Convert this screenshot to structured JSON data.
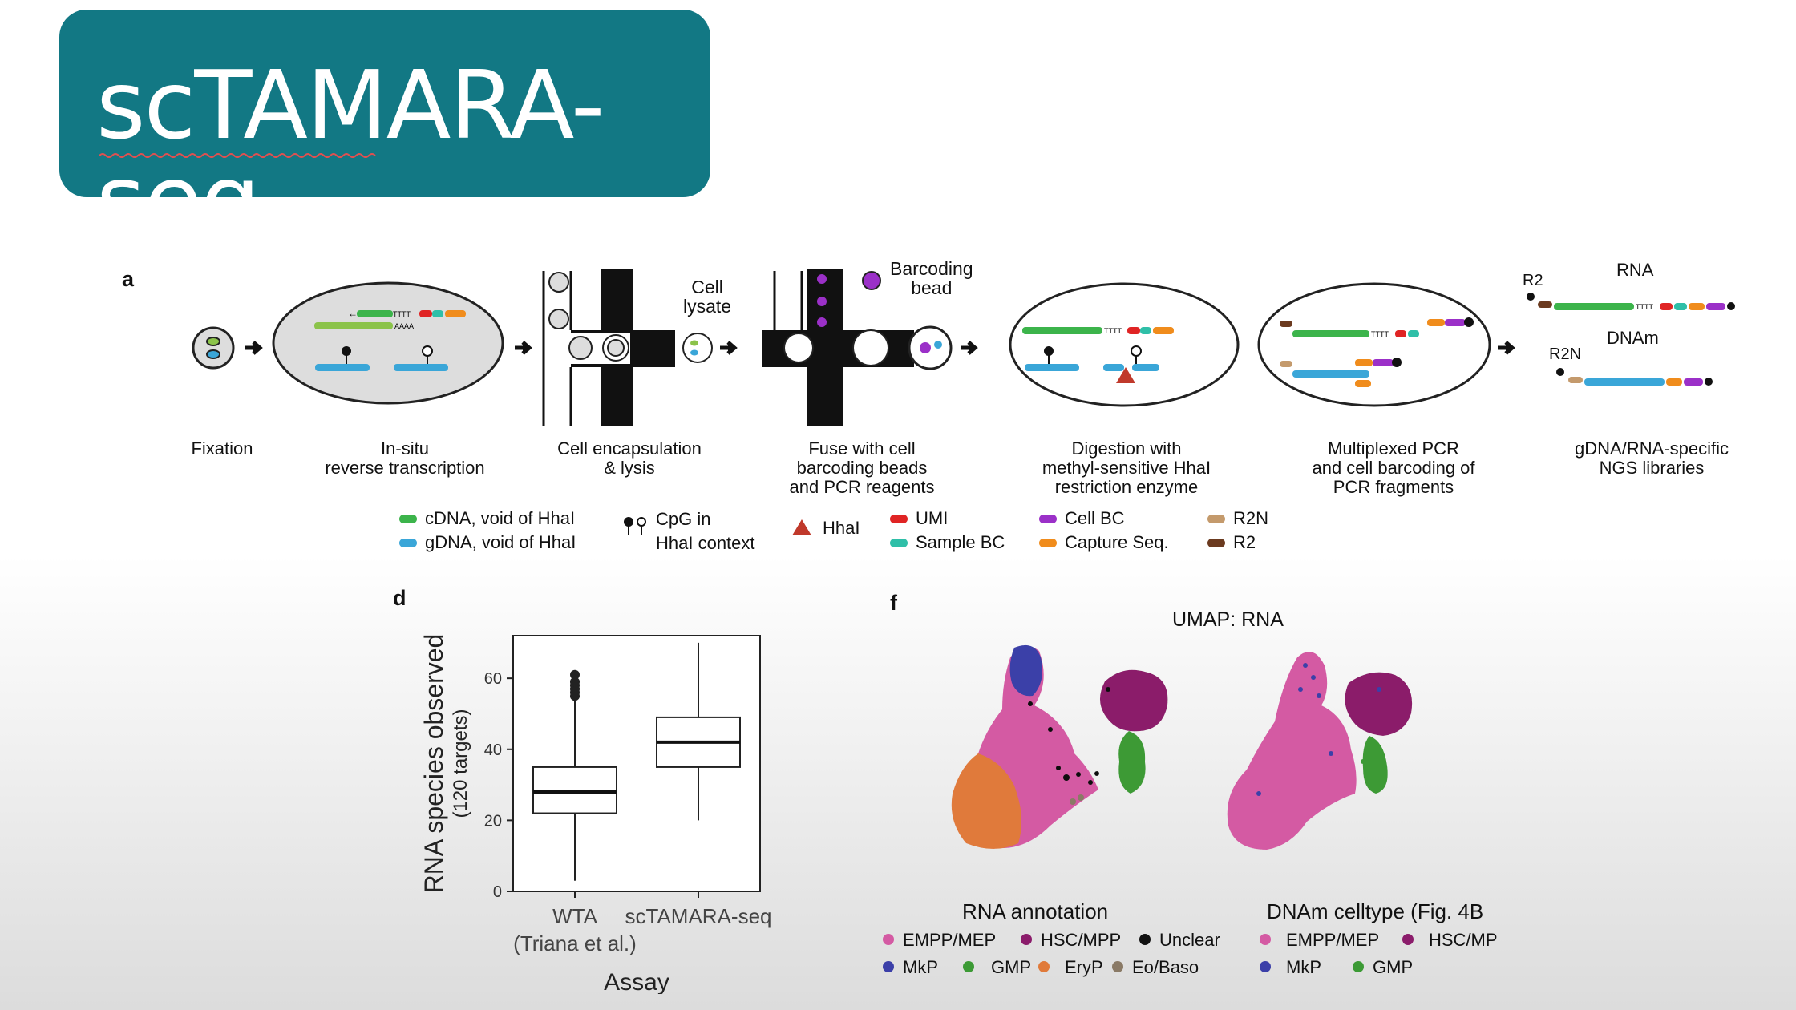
{
  "title": "scTAMARA-seq",
  "panel_a": {
    "label": "a",
    "steps": [
      "Fixation",
      "In-situ\nreverse transcription",
      "Cell encapsulation\n& lysis",
      "Fuse with cell\nbarcoding beads\nand PCR reagents",
      "Digestion with\nmethyl-sensitive HhaI\nrestriction enzyme",
      "Multiplexed PCR\nand cell barcoding of\nPCR fragments",
      "gDNA/RNA-specific\nNGS libraries"
    ],
    "annotations": {
      "cell_lysate": "Cell\nlysate",
      "barcoding_bead": "Barcoding\nbead",
      "rna": "RNA",
      "dnam": "DNAm",
      "r2": "R2",
      "r2n": "R2N",
      "aaaa": "AAAA",
      "tttt": "TTTT"
    },
    "legend": [
      {
        "label": "cDNA, void of HhaI",
        "color": "#3cb44b"
      },
      {
        "label": "gDNA, void of HhaI",
        "color": "#3aa6d8"
      },
      {
        "label": "CpG in\nHhaI context",
        "color": "#111111"
      },
      {
        "label": "HhaI",
        "color": "#c0392b"
      },
      {
        "label": "UMI",
        "color": "#e02424"
      },
      {
        "label": "Sample BC",
        "color": "#2fbfa8"
      },
      {
        "label": "Cell BC",
        "color": "#9b30c8"
      },
      {
        "label": "Capture Seq.",
        "color": "#f08c1c"
      },
      {
        "label": "R2N",
        "color": "#c49a6c"
      },
      {
        "label": "R2",
        "color": "#6b3a1f"
      }
    ]
  },
  "panel_d": {
    "label": "d",
    "chart_data": {
      "type": "box",
      "categories": [
        "WTA\n(Triana et al.)",
        "scTAMARA-seq"
      ],
      "xlabel": "Assay",
      "ylabel": "RNA species observed",
      "ylabel_sub": "(120 targets)",
      "ylim": [
        0,
        72
      ],
      "yticks": [
        0,
        20,
        40,
        60
      ],
      "boxes": [
        {
          "min": 3,
          "q1": 22,
          "median": 28,
          "q3": 35,
          "max": 54,
          "outliers": [
            55,
            56,
            57,
            58,
            59,
            61
          ]
        },
        {
          "min": 20,
          "q1": 35,
          "median": 42,
          "q3": 49,
          "max": 70,
          "outliers": []
        }
      ]
    }
  },
  "panel_f": {
    "label": "f",
    "title": "UMAP: RNA",
    "plots": [
      {
        "caption": "RNA annotation",
        "legend": [
          {
            "label": "EMPP/MEP",
            "color": "#d45aa3"
          },
          {
            "label": "HSC/MPP",
            "color": "#8b1c6b"
          },
          {
            "label": "Unclear",
            "color": "#111111"
          },
          {
            "label": "MkP",
            "color": "#3b3fa8"
          },
          {
            "label": "GMP",
            "color": "#3c9a35"
          },
          {
            "label": "EryP",
            "color": "#e07a3a"
          },
          {
            "label": "Eo/Baso",
            "color": "#8a7a66"
          }
        ]
      },
      {
        "caption": "DNAm celltype (Fig. 4B",
        "legend": [
          {
            "label": "EMPP/MEP",
            "color": "#d45aa3"
          },
          {
            "label": "HSC/MP",
            "color": "#8b1c6b"
          },
          {
            "label": "MkP",
            "color": "#3b3fa8"
          },
          {
            "label": "GMP",
            "color": "#3c9a35"
          }
        ]
      }
    ]
  }
}
